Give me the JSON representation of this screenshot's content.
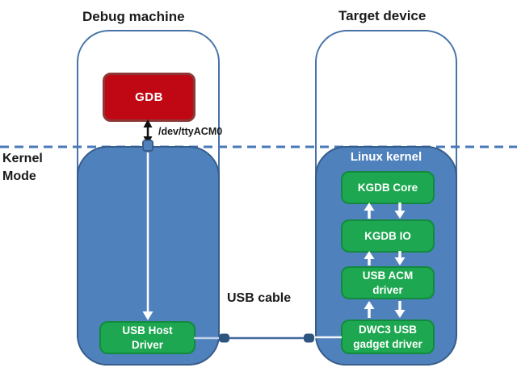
{
  "kernel_mode_label": "Kernel\nMode",
  "debug_machine": {
    "title": "Debug machine",
    "gdb_label": "GDB",
    "serial_port_label": "/dev/ttyACM0",
    "usb_host_driver_label": "USB Host\nDriver"
  },
  "target_device": {
    "title": "Target device",
    "linux_kernel_label": "Linux kernel",
    "kernel_boxes": [
      {
        "label": "KGDB Core"
      },
      {
        "label": "KGDB IO"
      },
      {
        "label": "USB ACM\ndriver"
      },
      {
        "label": "DWC3 USB\ngadget driver"
      }
    ]
  },
  "usb_cable_label": "USB cable",
  "colors": {
    "region_blue_fill": "#4F81BD",
    "region_blue_border": "#385D8A",
    "outline_blue": "#4673A8",
    "dashed_divider_blue": "#4A79B8",
    "green_fill": "#1CA750",
    "green_border": "#128A3E",
    "red_fill": "#C00814",
    "red_border": "#8C3836",
    "connector_dark_blue": "#2E5480",
    "label_black": "#1A1A1A",
    "text_white": "#FFFFFF"
  }
}
